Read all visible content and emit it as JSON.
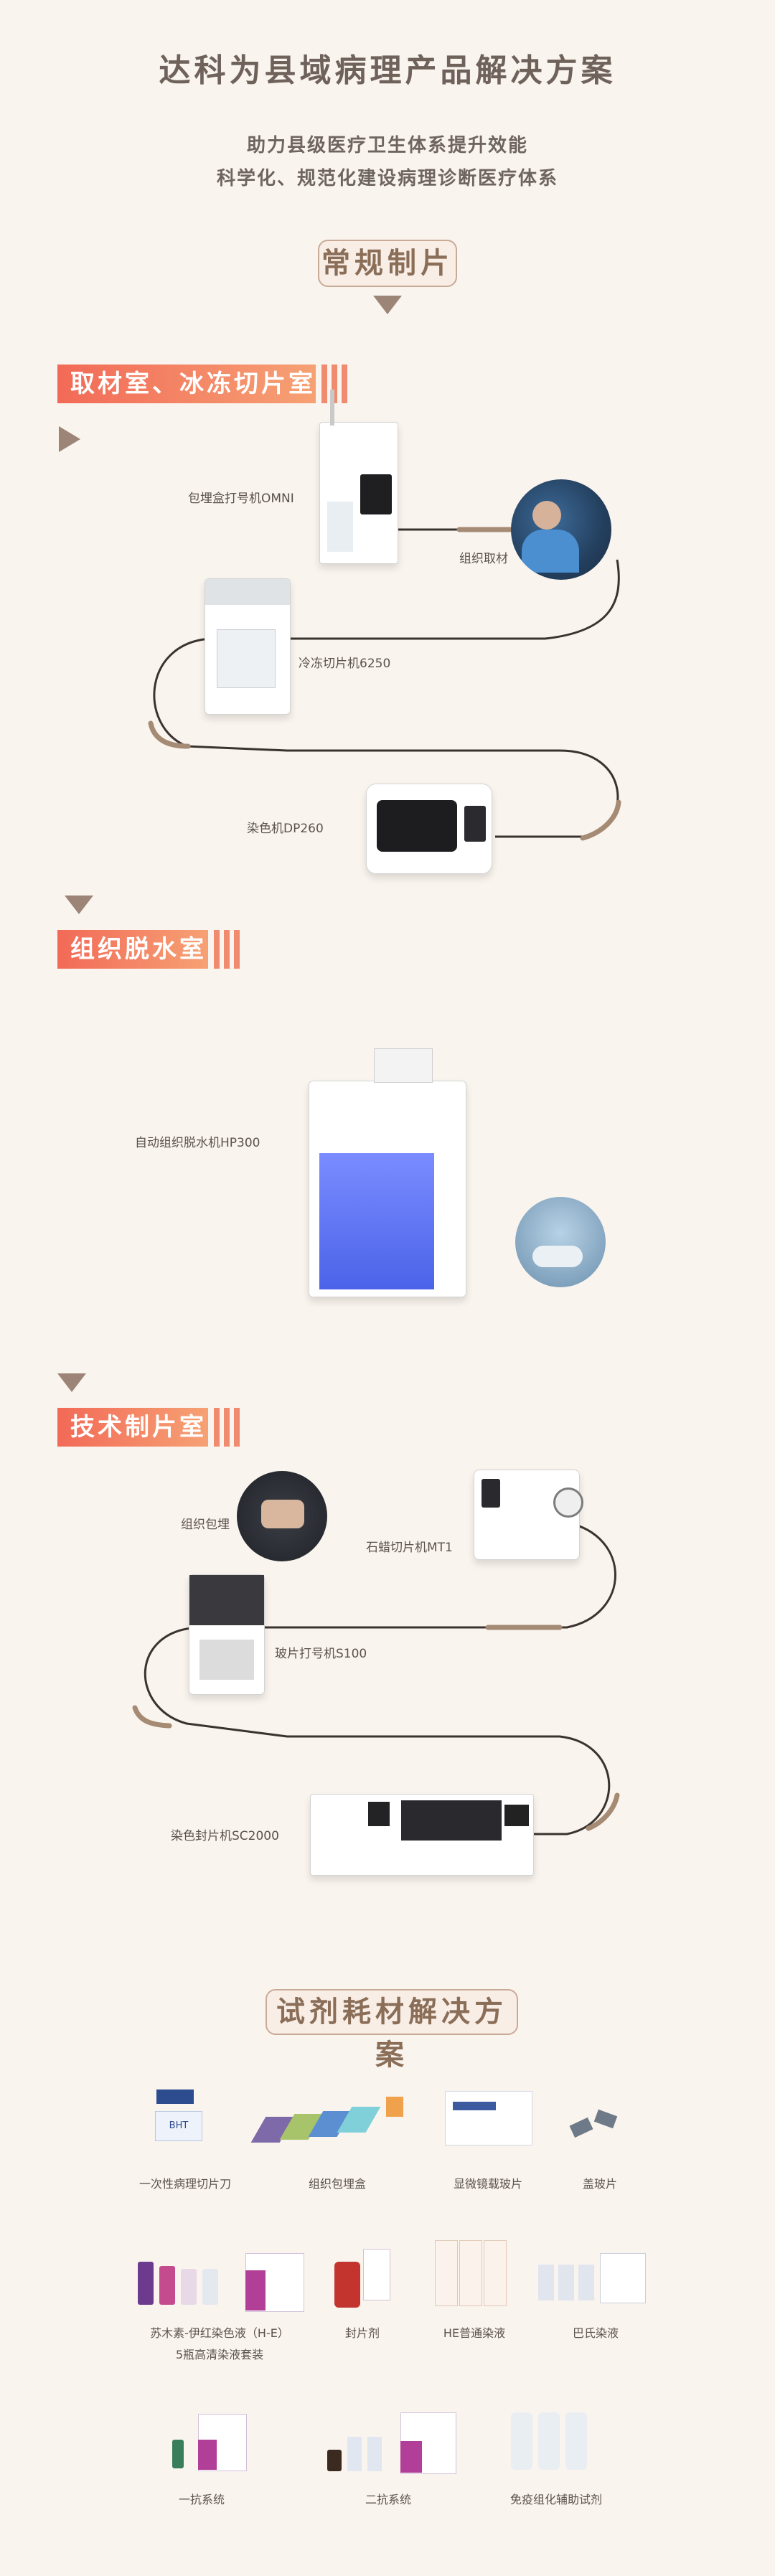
{
  "header": {
    "title": "达科为县域病理产品解决方案",
    "subtitle_1": "助力县级医疗卫生体系提升效能",
    "subtitle_2": "科学化、规范化建设病理诊断医疗体系"
  },
  "routine": {
    "pill": "常规制片",
    "section_1": {
      "label": "取材室、冰冻切片室",
      "items": [
        "包埋盒打号机OMNI",
        "组织取材",
        "冷冻切片机6250",
        "染色机DP260"
      ]
    },
    "section_2": {
      "label": "组织脱水室",
      "items": [
        "自动组织脱水机HP300"
      ]
    },
    "section_3": {
      "label": "技术制片室",
      "items": [
        "组织包埋",
        "石蜡切片机MT1",
        "玻片打号机S100",
        "染色封片机SC2000"
      ]
    }
  },
  "reagents": {
    "pill": "试剂耗材解决方案",
    "row_1": [
      "一次性病理切片刀",
      "组织包埋盒",
      "显微镜载玻片",
      "盖玻片"
    ],
    "row_2": [
      "苏木素-伊红染色液（H-E）",
      "5瓶高清染液套装",
      "封片剂",
      "HE普通染液",
      "巴氏染液"
    ],
    "row_3": [
      "一抗系统",
      "二抗系统",
      "免疫组化辅助试剂"
    ],
    "box_text": "BHT"
  },
  "colors": {
    "background": "#faf4ee",
    "section_gradient_start": "#f26a57",
    "section_gradient_end": "#f6a174",
    "connector": "#3a3330",
    "connector_accent": "#a58a74"
  }
}
